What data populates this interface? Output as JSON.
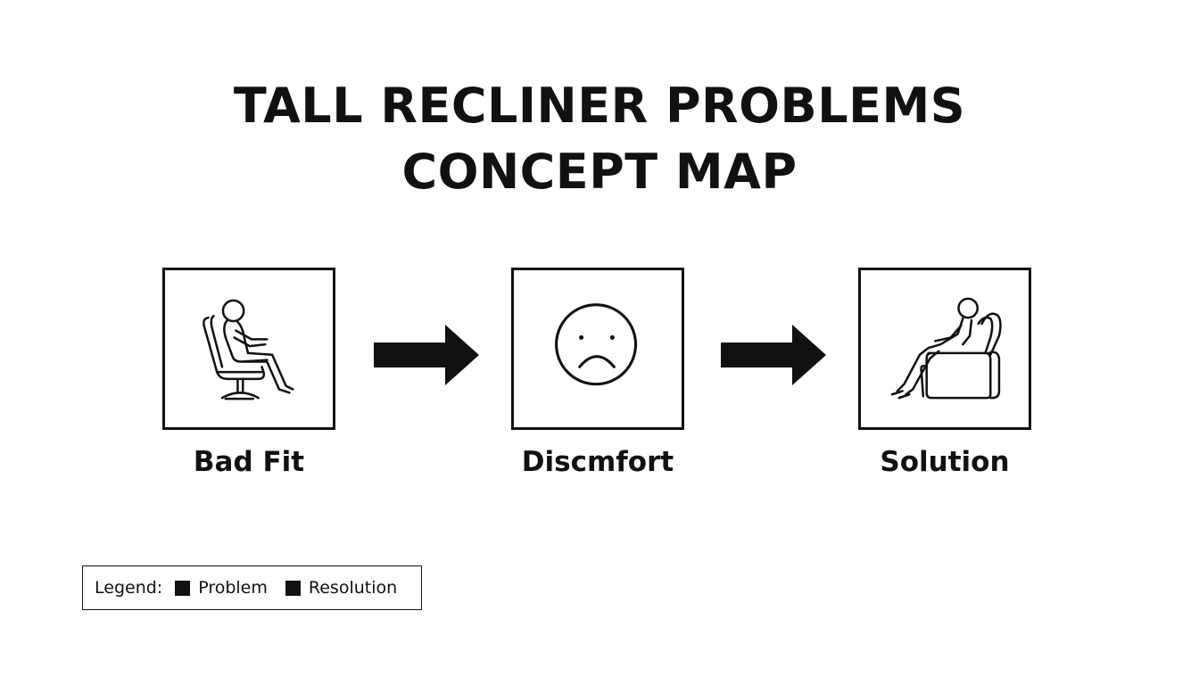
{
  "title": {
    "line1": "TALL RECLINER PROBLEMS",
    "line2": "CONCEPT MAP"
  },
  "nodes": [
    {
      "label": "Bad Fit",
      "icon": "person-in-office-chair-icon"
    },
    {
      "label": "Discmfort",
      "icon": "sad-face-icon"
    },
    {
      "label": "Solution",
      "icon": "person-in-recliner-icon"
    }
  ],
  "connectors": [
    {
      "from": "Bad Fit",
      "to": "Discmfort",
      "icon": "right-arrow-icon"
    },
    {
      "from": "Discmfort",
      "to": "Solution",
      "icon": "right-arrow-icon"
    }
  ],
  "legend": {
    "title": "Legend:",
    "items": [
      {
        "label": "Problem",
        "color": "#111111"
      },
      {
        "label": "Resolution",
        "color": "#111111"
      }
    ]
  },
  "colors": {
    "ink": "#111111",
    "background": "#ffffff"
  }
}
